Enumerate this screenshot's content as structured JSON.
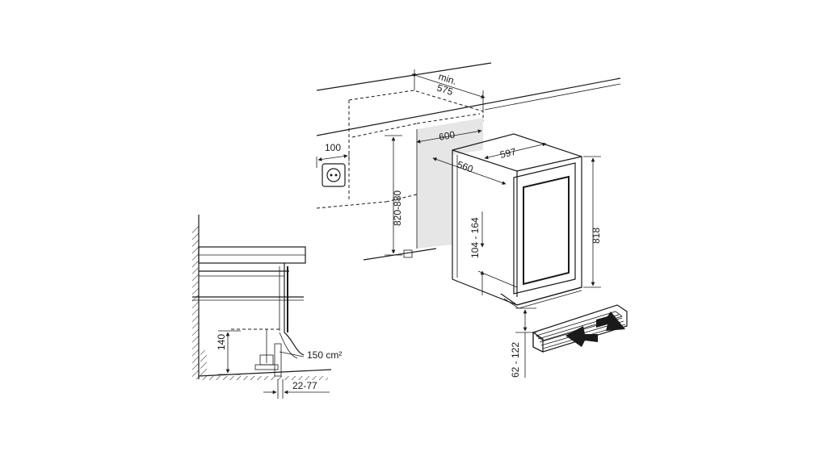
{
  "dimensions": {
    "min_label": "min.",
    "min_depth": "575",
    "niche_width": "600",
    "socket_offset": "100",
    "niche_height": "820-880",
    "unit_width": "597",
    "unit_depth": "560",
    "unit_height": "818",
    "foot_range": "104 - 164",
    "plinth_range": "62 - 122",
    "vent_height": "140",
    "vent_area": "150 cm²",
    "plinth_offset": "22-77"
  },
  "colors": {
    "line": "#1a1a1a",
    "niche_shade": "#e6e6e6",
    "background": "#ffffff"
  }
}
